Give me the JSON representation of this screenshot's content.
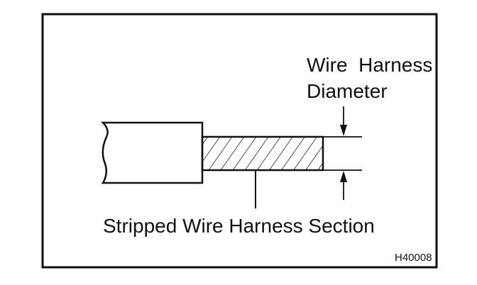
{
  "labels": {
    "diameter_line1": "Wire  Harness",
    "diameter_line2": "Diameter",
    "section": "Stripped Wire Harness Section",
    "figure_code": "H40008"
  }
}
